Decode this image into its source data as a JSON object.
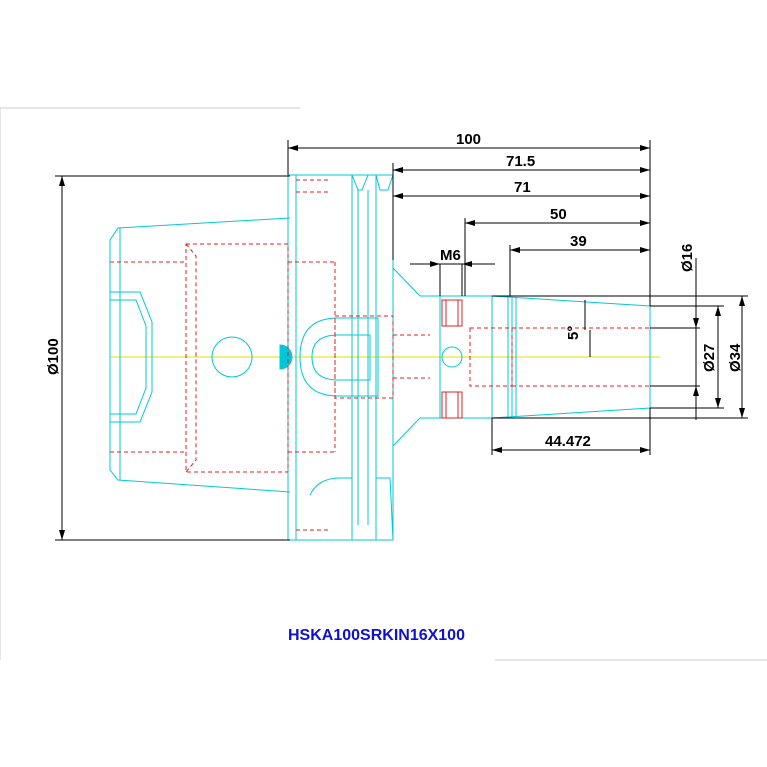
{
  "drawing": {
    "part_number": "HSKA100SRKIN16X100",
    "dimensions": {
      "overall_length": "100",
      "length_71_5": "71.5",
      "length_71": "71",
      "length_50": "50",
      "length_39": "39",
      "thread": "M6",
      "taper_angle": "5°",
      "bore_diameter": "Ø16",
      "nose_diameter_small": "Ø27",
      "nose_diameter_large": "Ø34",
      "flange_diameter": "Ø100",
      "nose_length": "44.472"
    }
  },
  "colors": {
    "outline": "#00c8d8",
    "hidden_lines": "#e02020",
    "centerline": "#e0e000",
    "dimension": "#000000",
    "label": "#1010d0",
    "frame": "#c8c8c8"
  }
}
